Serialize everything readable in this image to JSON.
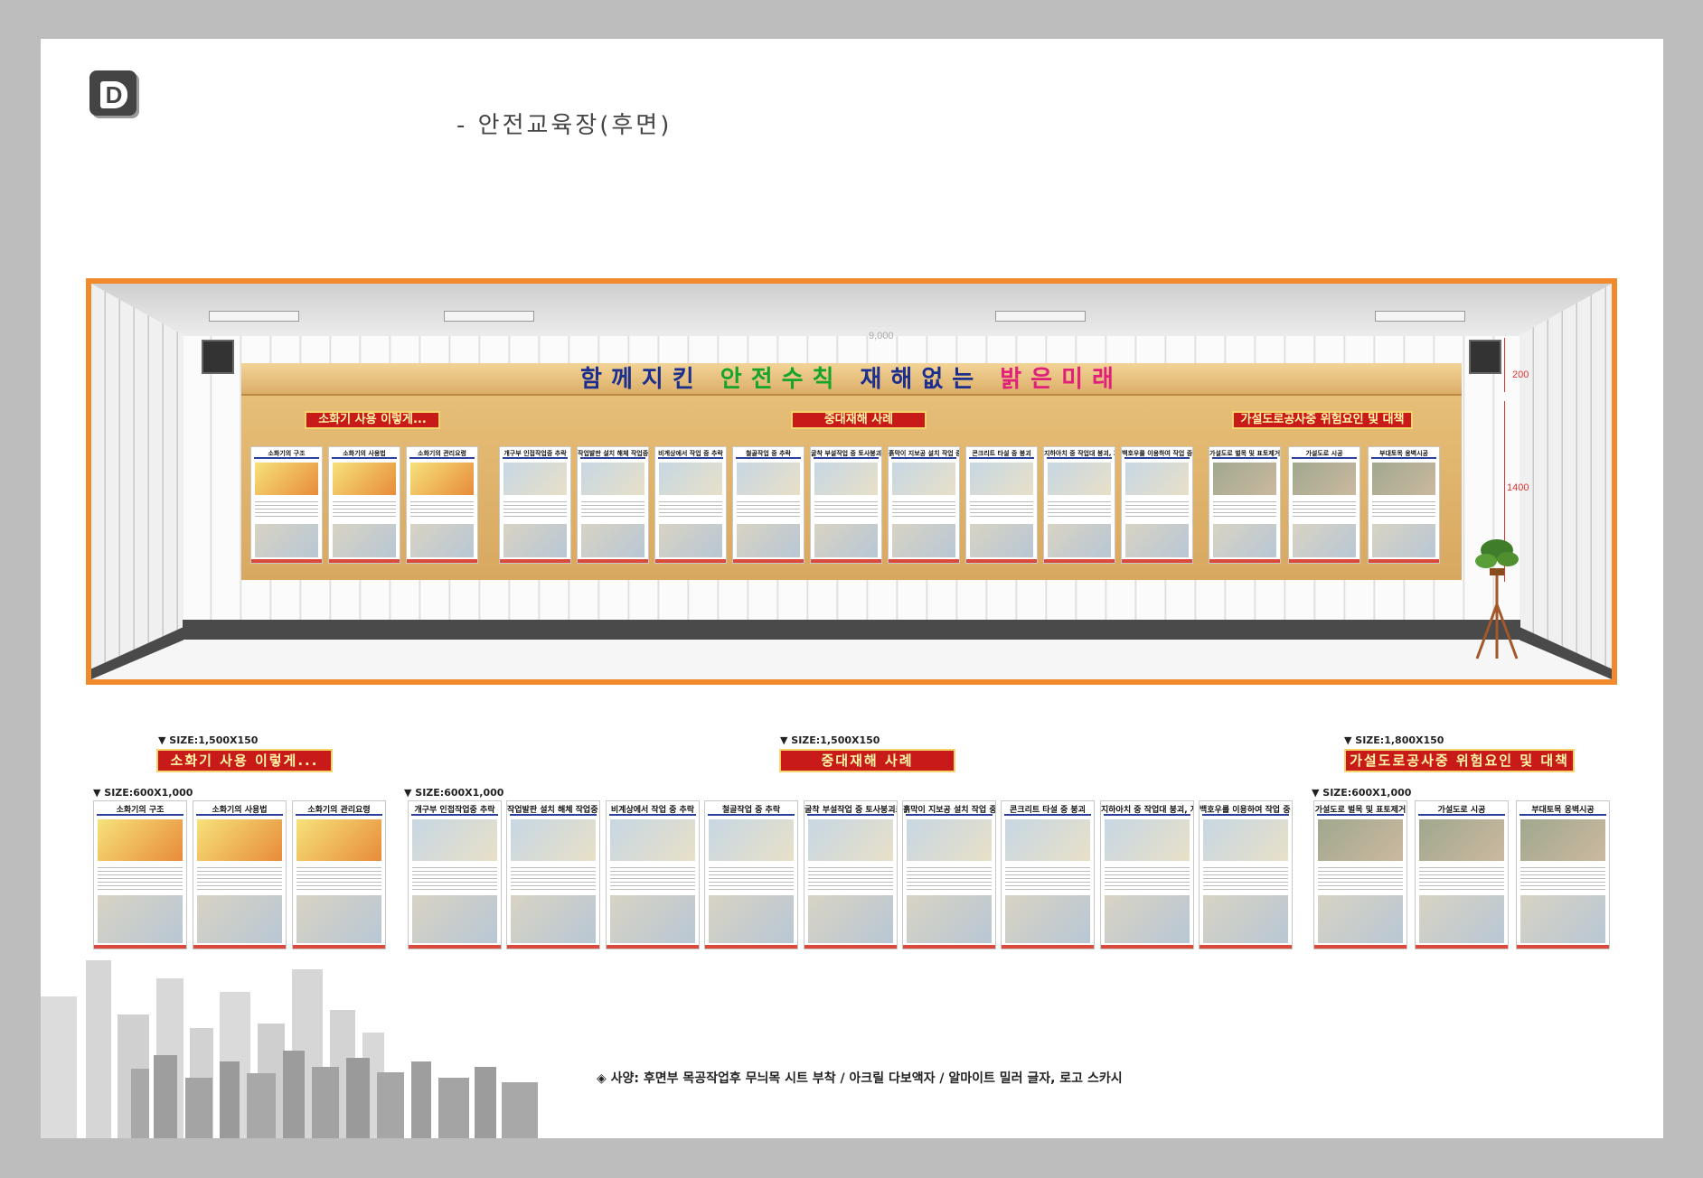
{
  "logo": {
    "letter": "D"
  },
  "page_title": "- 안전교육장(후면)",
  "room": {
    "banner_parts": [
      {
        "text": "함께지킨 ",
        "color": "#1c2f8f"
      },
      {
        "text": "안전수칙 ",
        "color": "#16a52a"
      },
      {
        "text": "재해없는 ",
        "color": "#1c2f8f"
      },
      {
        "text": "밝은미래",
        "color": "#e0207a"
      }
    ],
    "dimension_width": "9,000",
    "dimension_top": "200",
    "dimension_height": "1400"
  },
  "groups": [
    {
      "tag": "소화기 사용 이렇게...",
      "banner_size": "SIZE:1,500X150",
      "poster_size": "SIZE:600X1,000",
      "posters": [
        "소화기의 구조",
        "소화기의 사용법",
        "소화기의 관리요령"
      ]
    },
    {
      "tag": "중대재해 사례",
      "banner_size": "SIZE:1,500X150",
      "poster_size": "SIZE:600X1,000",
      "posters": [
        "개구부 인접작업중 추락",
        "작업발판 설치 해체 작업중 추락",
        "비계상에서 작업 중 추락",
        "철골작업 중 추락",
        "굴착 부설작업 중 토사붕괴로 매몰 사망",
        "흙막이 지보공 설치 작업 중 붕괴",
        "콘크리트 타설 중 붕괴",
        "지하아치 중 작업대 붕괴, 지하 도괴",
        "백호우를 이용하여 작업 중 충돌"
      ]
    },
    {
      "tag": "가설도로공사중 위험요인 및 대책",
      "banner_size": "SIZE:1,800X150",
      "poster_size": "SIZE:600X1,000",
      "posters": [
        "가설도로 벌목 및 표토제거",
        "가설도로 시공",
        "부대토목 옹벽시공"
      ]
    }
  ],
  "spec": "◈ 사양: 후면부 목공작업후 무늬목 시트 부착 / 아크릴 다보액자 / 알마이트 밀러 글자, 로고 스카시"
}
